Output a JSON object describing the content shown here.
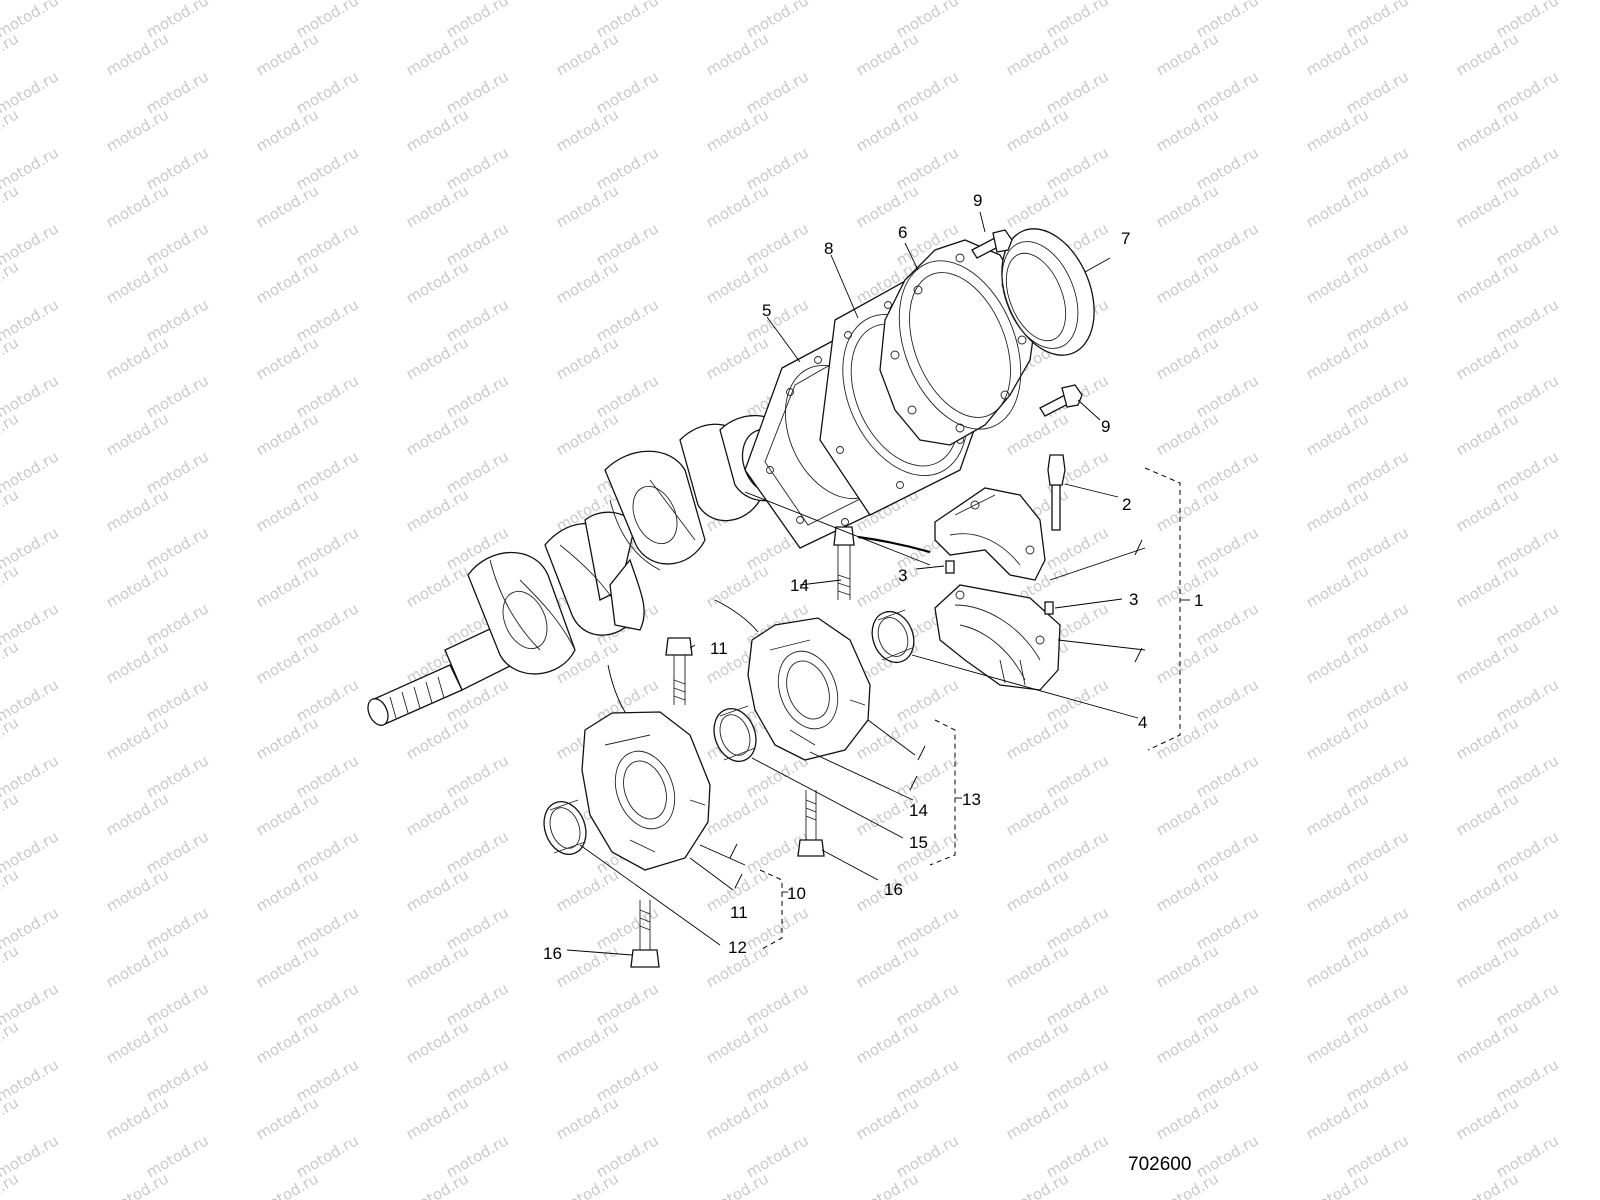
{
  "watermark": {
    "text": "motod.ru",
    "color": "#c9c9c9"
  },
  "figure_number": "702600",
  "callouts": {
    "c1": "1",
    "c2": "2",
    "c3a": "3",
    "c3b": "3",
    "c4": "4",
    "c5": "5",
    "c6": "6",
    "c7": "7",
    "c8": "8",
    "c9a": "9",
    "c9b": "9",
    "c10": "10",
    "c11a": "11",
    "c11b": "11",
    "c12": "12",
    "c13": "13",
    "c14a": "14",
    "c14b": "14",
    "c15": "15",
    "c16a": "16",
    "c16b": "16"
  }
}
